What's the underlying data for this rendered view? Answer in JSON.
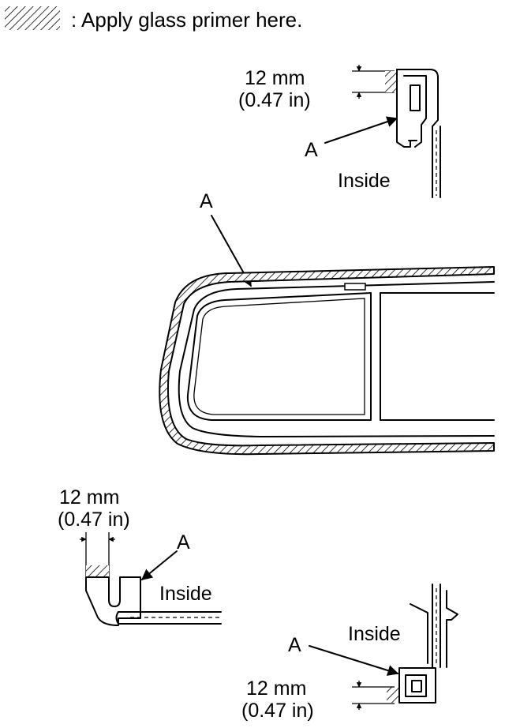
{
  "legend": {
    "text": ": Apply glass primer here.",
    "swatch_icon": "hatch-swatch-icon"
  },
  "callouts": {
    "top": {
      "dimension_mm": "12 mm",
      "dimension_in": "(0.47 in)",
      "marker": "A",
      "side": "Inside"
    },
    "center": {
      "marker": "A"
    },
    "left": {
      "dimension_mm": "12 mm",
      "dimension_in": "(0.47 in)",
      "marker": "A",
      "side": "Inside"
    },
    "bottom": {
      "dimension_mm": "12 mm",
      "dimension_in": "(0.47 in)",
      "marker": "A",
      "side": "Inside"
    }
  },
  "colors": {
    "line": "#000000",
    "background": "#ffffff"
  }
}
